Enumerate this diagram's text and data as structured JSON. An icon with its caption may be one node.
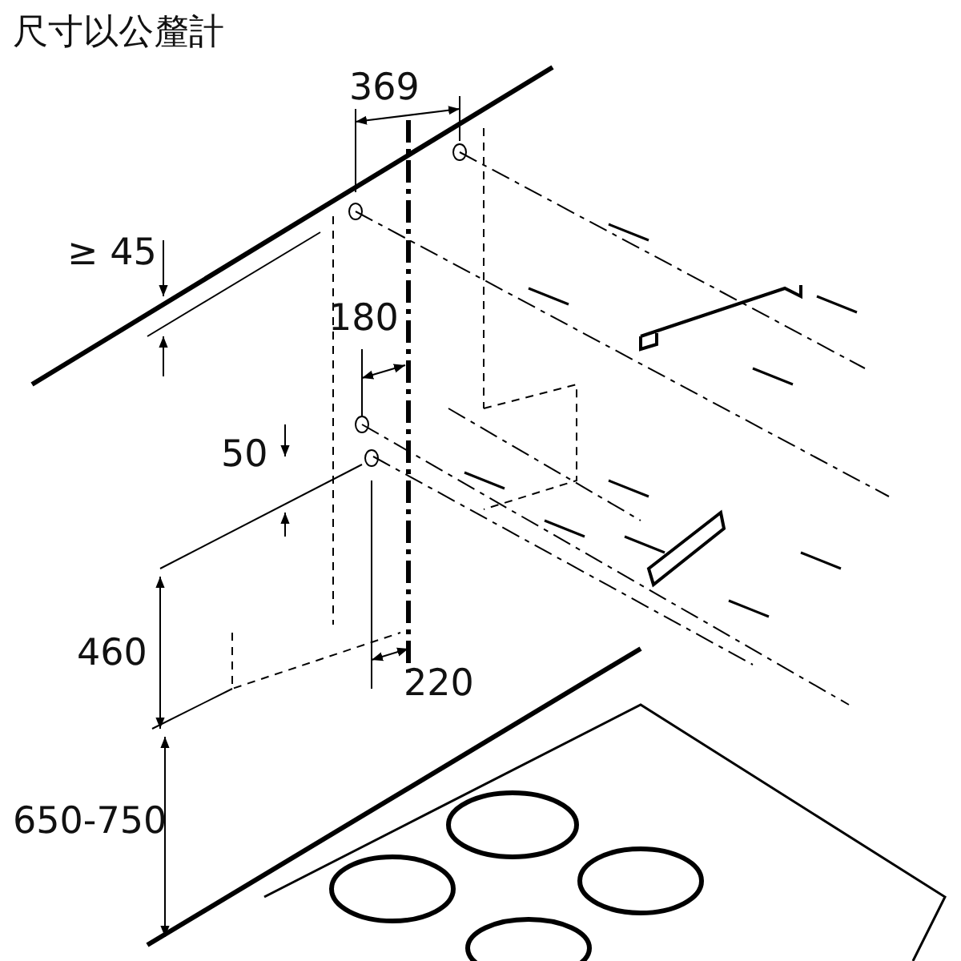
{
  "diagram": {
    "title": "尺寸以公釐計",
    "labels": [
      "369",
      "≥ 45",
      "180",
      "50",
      "460",
      "220",
      "650-750"
    ]
  }
}
